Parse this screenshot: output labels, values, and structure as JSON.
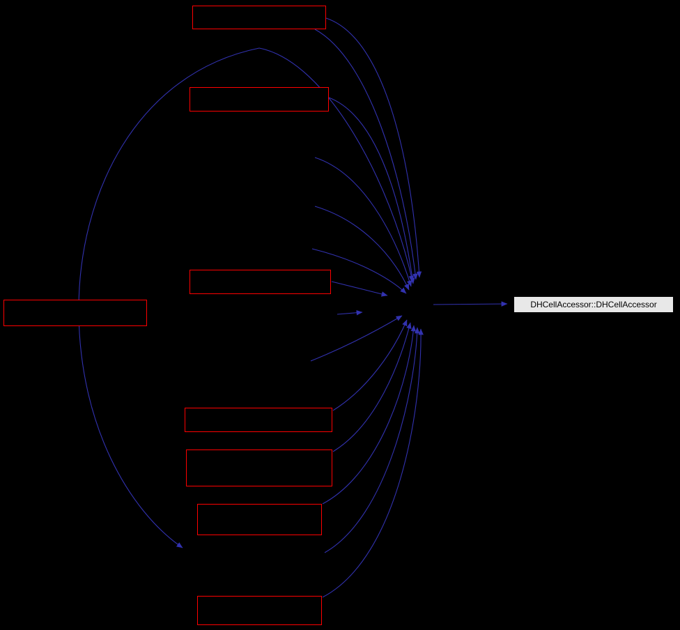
{
  "diagram": {
    "type": "doxygen-caller-graph",
    "colors": {
      "background": "#000000",
      "node_border": "#ff0000",
      "edge": "#3232b0",
      "main_node_fill": "#e8e8e8",
      "main_node_text": "#000000"
    },
    "main_node": {
      "label": "DHCellAccessor::DHCellAccessor"
    },
    "red_node_count": 8
  }
}
